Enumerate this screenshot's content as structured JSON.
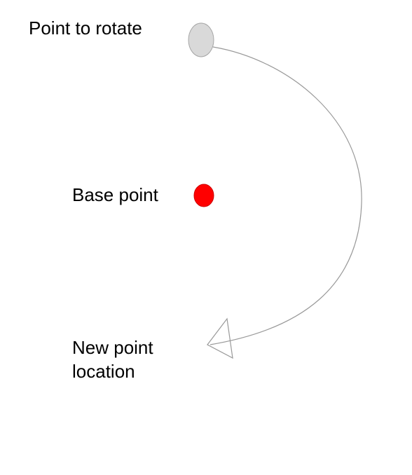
{
  "labels": {
    "point_to_rotate": "Point to rotate",
    "base_point": "Base point",
    "new_point_location": "New point\nlocation"
  },
  "colors": {
    "point_to_rotate_fill": "#d9d9d9",
    "point_to_rotate_stroke": "#a6a6a6",
    "base_point_fill": "#ff0000",
    "arrow_stroke": "#999999"
  }
}
